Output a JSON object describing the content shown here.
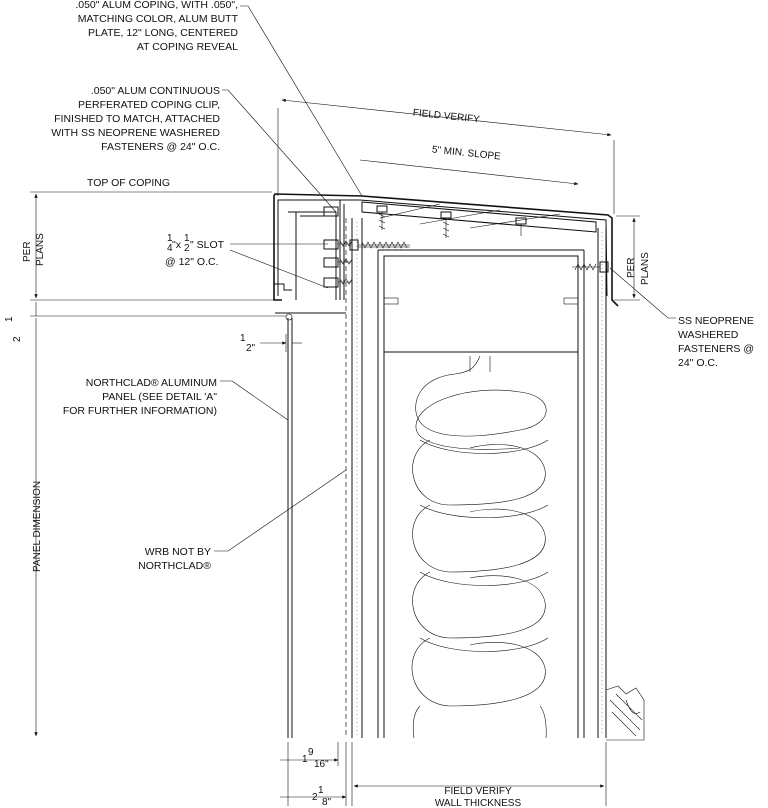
{
  "notes": {
    "coping_line1": ".050\" ALUM COPING, WITH .050\",",
    "coping_line2": "MATCHING COLOR, ALUM BUTT",
    "coping_line3": "PLATE, 12\" LONG, CENTERED",
    "coping_line4": "AT COPING REVEAL",
    "clip_line1": ".050\" ALUM CONTINUOUS",
    "clip_line2": "PERFERATED COPING CLIP,",
    "clip_line3": "FINISHED TO MATCH, ATTACHED",
    "clip_line4": "WITH SS NEOPRENE WASHERED",
    "clip_line5": "FASTENERS @ 24\" O.C.",
    "top_of_coping": "TOP OF COPING",
    "slot_line2": "@ 12\" O.C.",
    "panel_line1": "NORTHCLAD® ALUMINUM",
    "panel_line2": "PANEL (SEE DETAIL 'A\"",
    "panel_line3": "FOR FURTHER INFORMATION)",
    "wrb_line1": "WRB NOT BY",
    "wrb_line2": "NORTHCLAD®",
    "ss_line1": "SS NEOPRENE",
    "ss_line2": "WASHERED",
    "ss_line3": "FASTENERS @",
    "ss_line4": "24\" O.C."
  },
  "dimensions": {
    "field_verify": "FIELD VERIFY",
    "min_slope": "5\" MIN. SLOPE",
    "per_plans_left_1": "PER",
    "per_plans_left_2": "PLANS",
    "per_plans_right_1": "PER",
    "per_plans_right_2": "PLANS",
    "panel_dimension": "PANEL DIMENSION",
    "wall_thickness_1": "FIELD VERIFY",
    "wall_thickness_2": "WALL THICKNESS",
    "slot_a_num": "1",
    "slot_a_den": "4",
    "slot_x": "\"x",
    "slot_b_num": "1",
    "slot_b_den": "2",
    "slot_suffix": "\" SLOT",
    "half_left_num": "1",
    "half_left_den": "2",
    "half_mid_num": "1",
    "half_mid_den": "2\"",
    "dim_1916_whole": "1",
    "dim_1916_num": "9",
    "dim_1916_den": "16\"",
    "dim_218_whole": "2",
    "dim_218_num": "1",
    "dim_218_den": "8\""
  }
}
